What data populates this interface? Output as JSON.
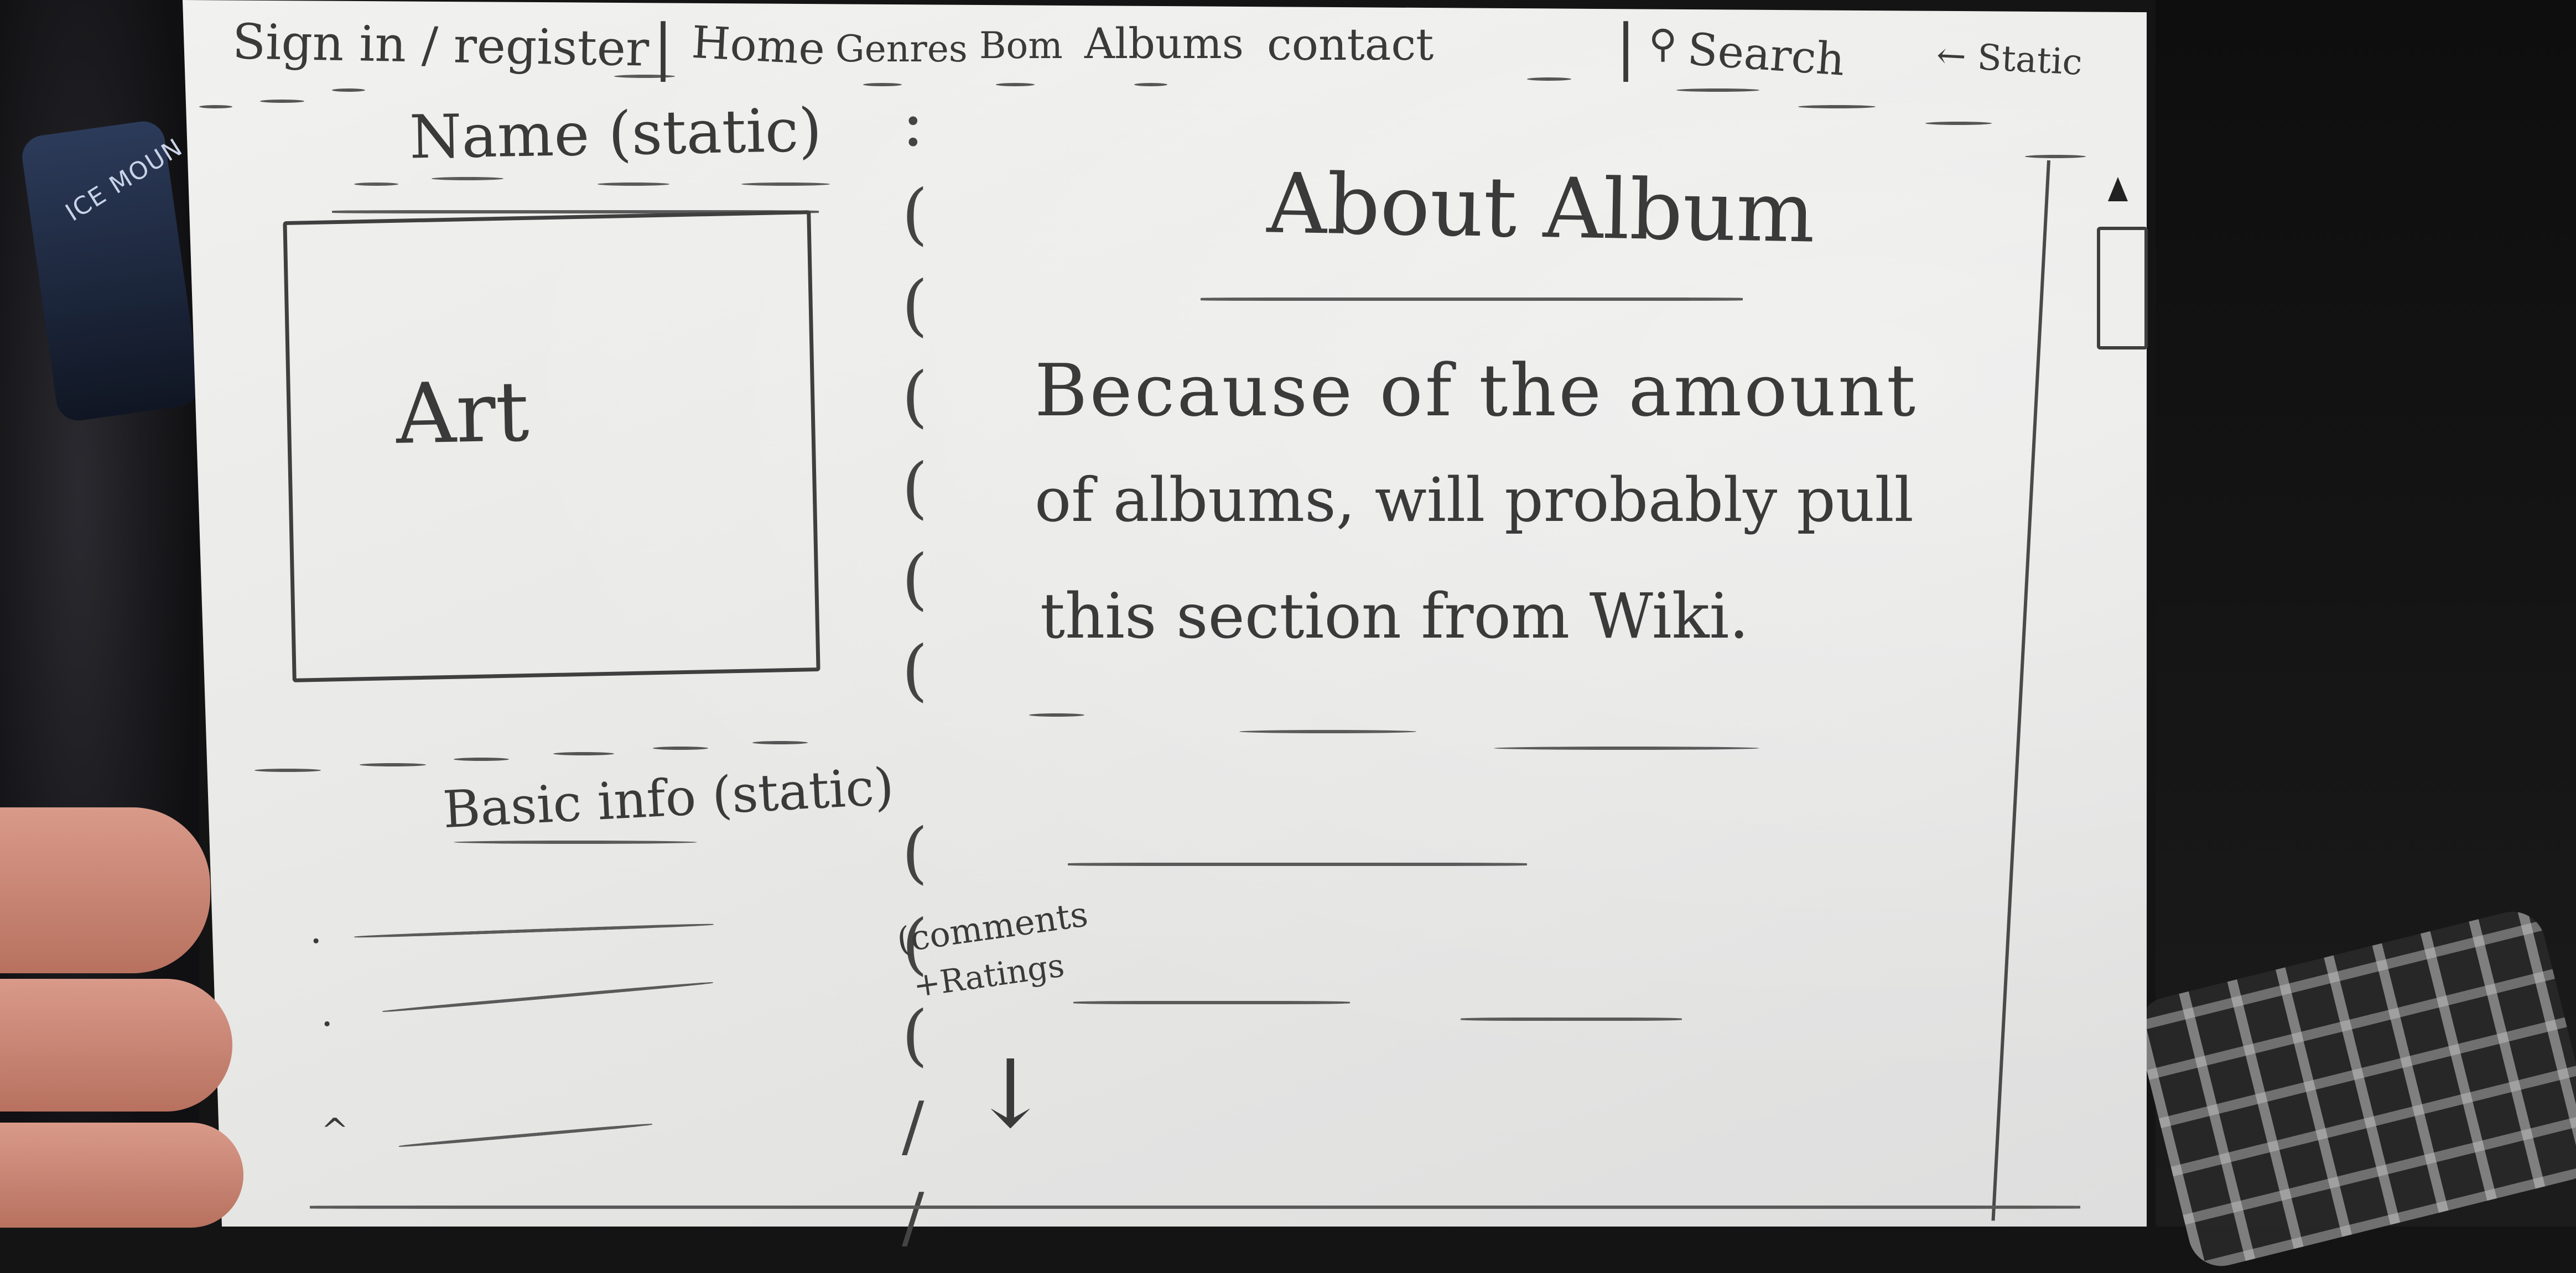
{
  "nav": {
    "sign_in": "Sign in / register",
    "home": "Home",
    "genres": "Genres",
    "bom": "Bom",
    "albums": "Albums",
    "contact": "contact",
    "search": "Search",
    "static_note": "← Static"
  },
  "name_heading": "Name (static)",
  "art_label": "Art",
  "about_heading": "About Album",
  "about_text": [
    "Because of the amount",
    "of albums, will probably pull",
    "this section from Wiki."
  ],
  "basic_info_heading": "Basic info (static)",
  "comments_label": [
    "(comments",
    "+Ratings"
  ],
  "background_label": "ICE MOUN"
}
